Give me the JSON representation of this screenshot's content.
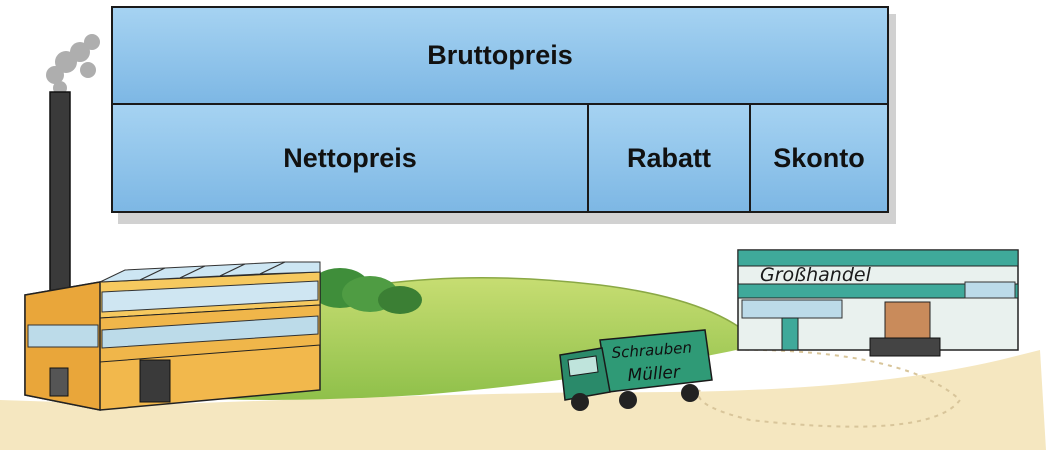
{
  "diagram": {
    "top_bar": {
      "label": "Bruttopreis"
    },
    "bottom_bar": {
      "segments": [
        {
          "label": "Nettopreis"
        },
        {
          "label": "Rabatt"
        },
        {
          "label": "Skonto"
        }
      ]
    }
  },
  "scene": {
    "wholesaler_sign": "Großhandel",
    "truck_sign_line1": "Schrauben",
    "truck_sign_line2": "Müller"
  },
  "colors": {
    "bar_fill": "#8cc3e9",
    "bar_border": "#1a1a1a",
    "meadow": "#a8cc4e",
    "road": "#f3e3b6",
    "factory": "#f0b64a",
    "wholesaler": "#3fa99a",
    "truck": "#2f9a76"
  }
}
